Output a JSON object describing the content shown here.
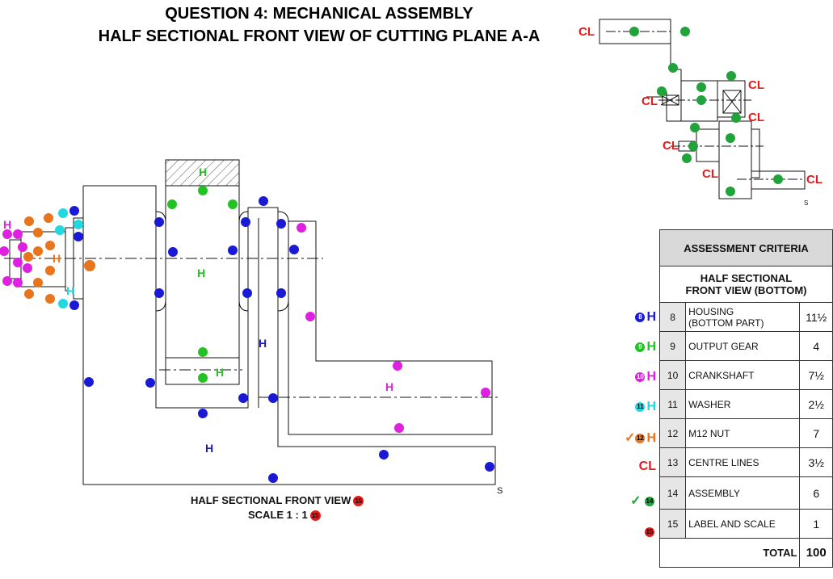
{
  "title_line1": "QUESTION 4: MECHANICAL ASSEMBLY",
  "title_line2": "HALF SECTIONAL FRONT VIEW OF CUTTING PLANE A-A",
  "caption_view": "HALF SECTIONAL FRONT VIEW",
  "caption_scale": "SCALE 1 : 1",
  "caption_badge": "15",
  "hatch_label": "H",
  "s_label": "S",
  "cl_label": "CL",
  "colors": {
    "housing": "#1a1ad6",
    "gear": "#22c222",
    "crank": "#e020e0",
    "washer": "#22d8e0",
    "nut": "#e8741c",
    "cl": "#e31b1b",
    "assembly": "#1fa33a",
    "label": "#e31b1b"
  },
  "criteria": {
    "header": "ASSESSMENT CRITERIA",
    "subheader_line1": "HALF SECTIONAL",
    "subheader_line2": "FRONT VIEW (BOTTOM)",
    "rows": [
      {
        "num": "8",
        "desc": "HOUSING",
        "desc2": "(BOTTOM PART)",
        "pts": "11½",
        "legend": "8 H"
      },
      {
        "num": "9",
        "desc": "OUTPUT GEAR",
        "desc2": "",
        "pts": "4",
        "legend": "9 H"
      },
      {
        "num": "10",
        "desc": "CRANKSHAFT",
        "desc2": "",
        "pts": "7½",
        "legend": "10 H"
      },
      {
        "num": "11",
        "desc": "WASHER",
        "desc2": "",
        "pts": "2½",
        "legend": "11 H"
      },
      {
        "num": "12",
        "desc": "M12 NUT",
        "desc2": "",
        "pts": "7",
        "legend": "12 H"
      },
      {
        "num": "13",
        "desc": "CENTRE LINES",
        "desc2": "",
        "pts": "3½",
        "legend": "CL"
      },
      {
        "num": "14",
        "desc": "ASSEMBLY",
        "desc2": "",
        "pts": "6",
        "legend": "14"
      },
      {
        "num": "15",
        "desc": "LABEL AND SCALE",
        "desc2": "",
        "pts": "1",
        "legend": "15"
      }
    ],
    "total_label": "TOTAL",
    "total_value": "100"
  }
}
